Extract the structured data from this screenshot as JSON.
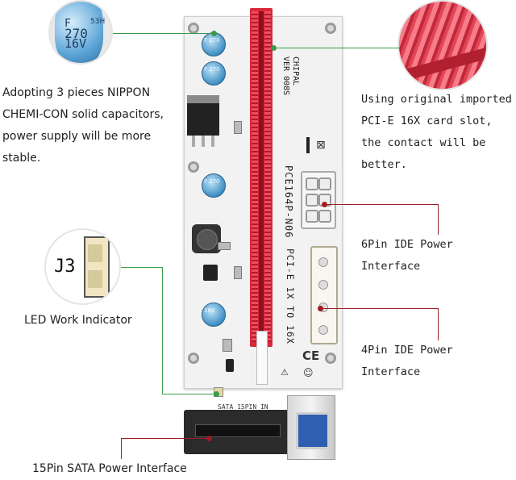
{
  "captions": {
    "capacitors": [
      "Adopting 3 pieces NIPPON",
      "CHEMI-CON solid capacitors,",
      "power supply will be more",
      "stable."
    ],
    "slot": [
      "Using original imported",
      "PCI-E 16X card slot,",
      "the contact will be better."
    ],
    "led": "LED Work Indicator",
    "pin6": "6Pin IDE Power Interface",
    "pin4": "4Pin IDE Power Interface",
    "sata": "15Pin SATA Power Interface"
  },
  "board": {
    "brand": "CHIPAL",
    "version": "VER 008S",
    "model": "PCE164P-N06",
    "desc": "PCI-E 1X TO 16X",
    "sata_label": "SATA 15PIN IN",
    "led_label": "J3",
    "ce": "CE",
    "cap_text": [
      "F 270",
      "16V"
    ],
    "zoom_cap_text": [
      "F",
      "270",
      "16V",
      "53H"
    ]
  },
  "colors": {
    "green_line": "#3a9a4a",
    "red_line": "#a01c24",
    "slot_red": "#d9283a"
  }
}
